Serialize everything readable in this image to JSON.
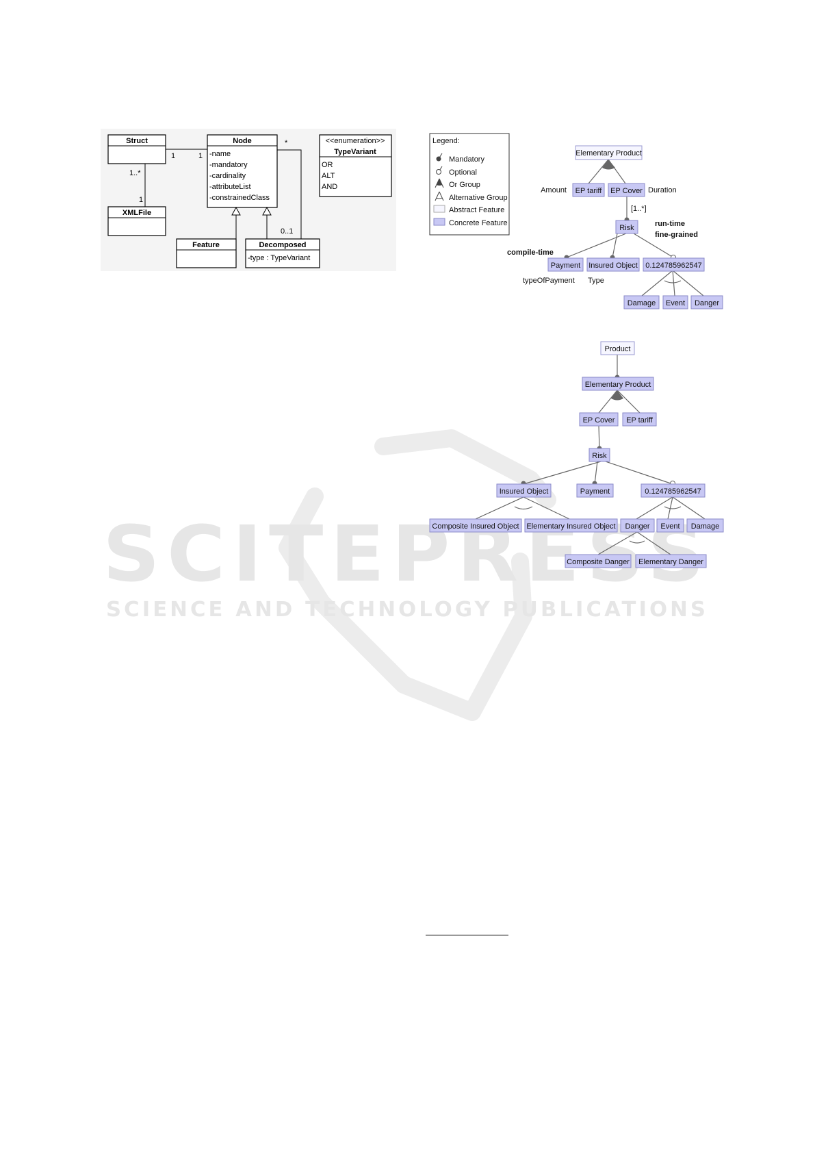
{
  "watermark": {
    "main": "SCITEPRESS",
    "sub": "SCIENCE AND TECHNOLOGY PUBLICATIONS"
  },
  "uml": {
    "struct": "Struct",
    "xmlfile": "XMLFile",
    "node": "Node",
    "node_attrs": [
      "-name",
      "-mandatory",
      "-cardinality",
      "-attributeList",
      "-constrainedClass"
    ],
    "feature": "Feature",
    "decomposed": "Decomposed",
    "decomposed_attr": "-type : TypeVariant",
    "enum_stereotype": "<<enumeration>>",
    "enum_name": "TypeVariant",
    "enum_values": [
      "OR",
      "ALT",
      "AND"
    ],
    "mult_struct_node_left": "1",
    "mult_struct_node_right": "1",
    "mult_struct_xml_top": "1..*",
    "mult_struct_xml_bottom": "1",
    "mult_node_star": "*",
    "mult_decomposed": "0..1"
  },
  "legend": {
    "title": "Legend:",
    "items": [
      "Mandatory",
      "Optional",
      "Or Group",
      "Alternative Group",
      "Abstract Feature",
      "Concrete Feature"
    ]
  },
  "fm1": {
    "root": "Elementary Product",
    "ep_tariff": "EP tariff",
    "ep_cover": "EP Cover",
    "amount": "Amount",
    "duration": "Duration",
    "cardinality": "[1..*]",
    "risk": "Risk",
    "runtime": "run-time",
    "finegrained": "fine-grained",
    "compiletime": "compile-time",
    "payment": "Payment",
    "insured_object": "Insured Object",
    "number_node": "0.124785962547",
    "type_of_payment": "typeOfPayment",
    "type": "Type",
    "damage": "Damage",
    "event": "Event",
    "danger": "Danger"
  },
  "fm2": {
    "product": "Product",
    "elementary_product": "Elementary Product",
    "ep_cover": "EP Cover",
    "ep_tariff": "EP tariff",
    "risk": "Risk",
    "insured_object": "Insured Object",
    "payment": "Payment",
    "number_node": "0.124785962547",
    "composite_insured_object": "Composite Insured Object",
    "elementary_insured_object": "Elementary Insured Object",
    "danger": "Danger",
    "event": "Event",
    "damage": "Damage",
    "composite_danger": "Composite Danger",
    "elementary_danger": "Elementary Danger"
  },
  "colors": {
    "concrete_fill": "#c8c8f4",
    "concrete_stroke": "#8a8ac8",
    "abstract_fill": "#f6f6ff",
    "watermark": "#e6e6e6"
  }
}
